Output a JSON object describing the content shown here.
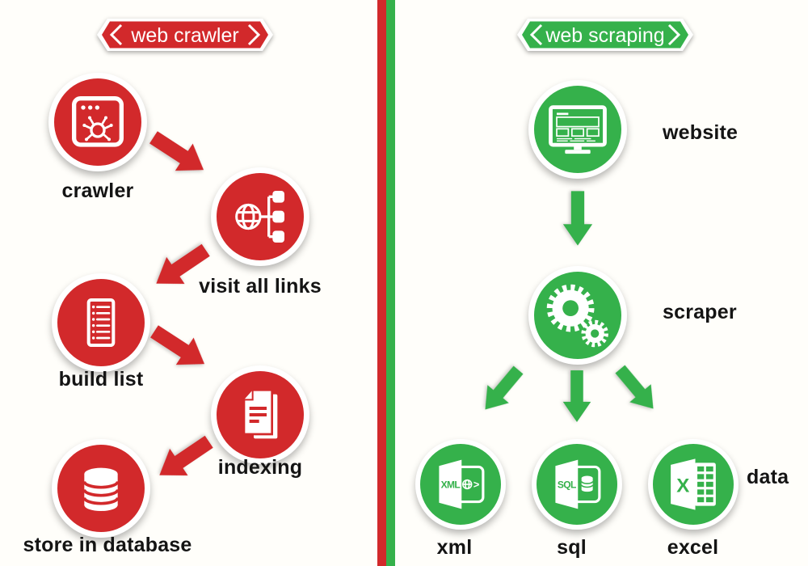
{
  "colors": {
    "red": "#d2292b",
    "green": "#35b14b",
    "ink": "#141414",
    "white": "#ffffff"
  },
  "left": {
    "banner": "web crawler",
    "nodes": [
      {
        "label": "crawler",
        "icon": "browser-spider"
      },
      {
        "label": "visit all links",
        "icon": "globe-sitemap"
      },
      {
        "label": "build list",
        "icon": "list-document"
      },
      {
        "label": "indexing",
        "icon": "stacked-documents"
      },
      {
        "label": "store in database",
        "icon": "database-cylinder"
      }
    ]
  },
  "right": {
    "banner": "web scraping",
    "nodes": [
      {
        "label": "website",
        "icon": "monitor-webpage"
      },
      {
        "label": "scraper",
        "icon": "gears"
      },
      {
        "label": "xml",
        "icon": "xml-file"
      },
      {
        "label": "sql",
        "icon": "sql-file"
      },
      {
        "label": "excel",
        "icon": "excel-file"
      }
    ],
    "data_label": "data",
    "icon_texts": {
      "xml": "XML",
      "xml_gt": ">",
      "sql": "SQL",
      "excel_letter": "X"
    }
  }
}
